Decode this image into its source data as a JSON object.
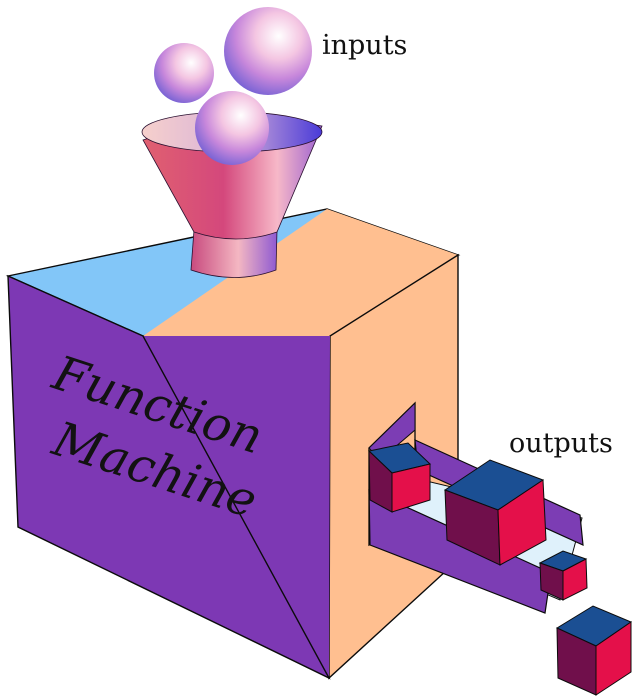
{
  "labels": {
    "inputs": "inputs",
    "outputs": "outputs",
    "title_line1": "Function",
    "title_line2": "Machine"
  },
  "colors": {
    "box_front": "#7d38b4",
    "box_top": "#82c6f8",
    "box_side": "#ffbf90",
    "chute": "#7c3db4",
    "cube_top": "#1b4f93",
    "cube_front": "#700f4b",
    "cube_side": "#e4104a",
    "funnel": "#d95a6e"
  }
}
